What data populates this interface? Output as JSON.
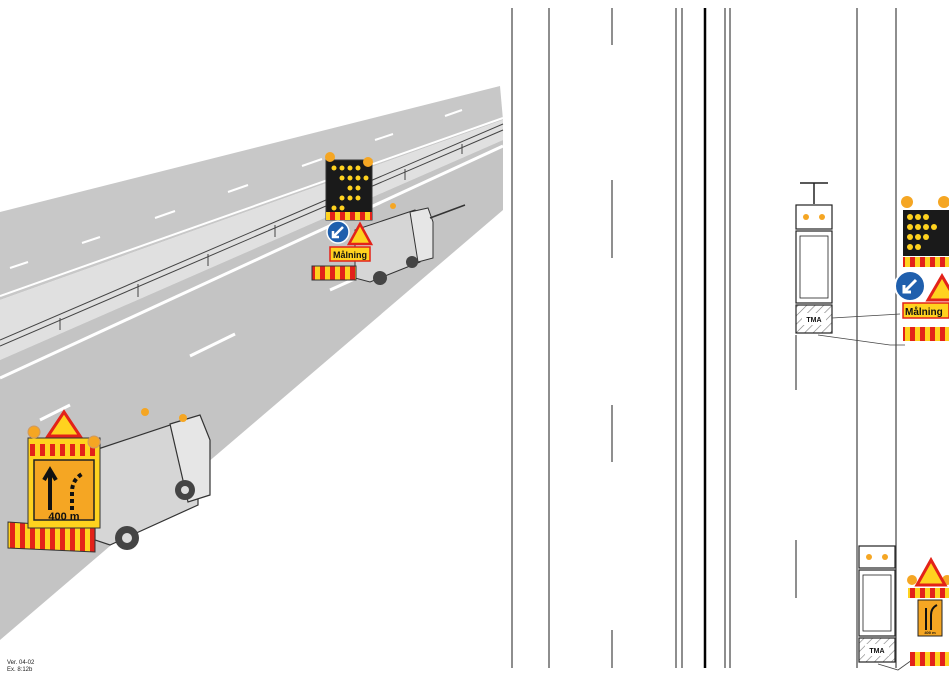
{
  "perspective_scene": {
    "rear_truck_sign_distance": "400 m",
    "front_truck_sign_text": "Målning"
  },
  "plan_view": {
    "upper_vehicle_label": "TMA",
    "lower_vehicle_label": "TMA",
    "upper_sign_text": "Målning",
    "lower_sign_distance": "400 m"
  },
  "reference": {
    "version": "Ver. 04-02",
    "figure": "Ex. 8:12b"
  },
  "colors": {
    "road_surface": "#c8c8c8",
    "warning_orange": "#f5a623",
    "sign_red": "#e32219",
    "sign_yellow": "#ffd21f",
    "mandatory_blue": "#1f5fad",
    "led_panel": "#1a1a1a"
  }
}
